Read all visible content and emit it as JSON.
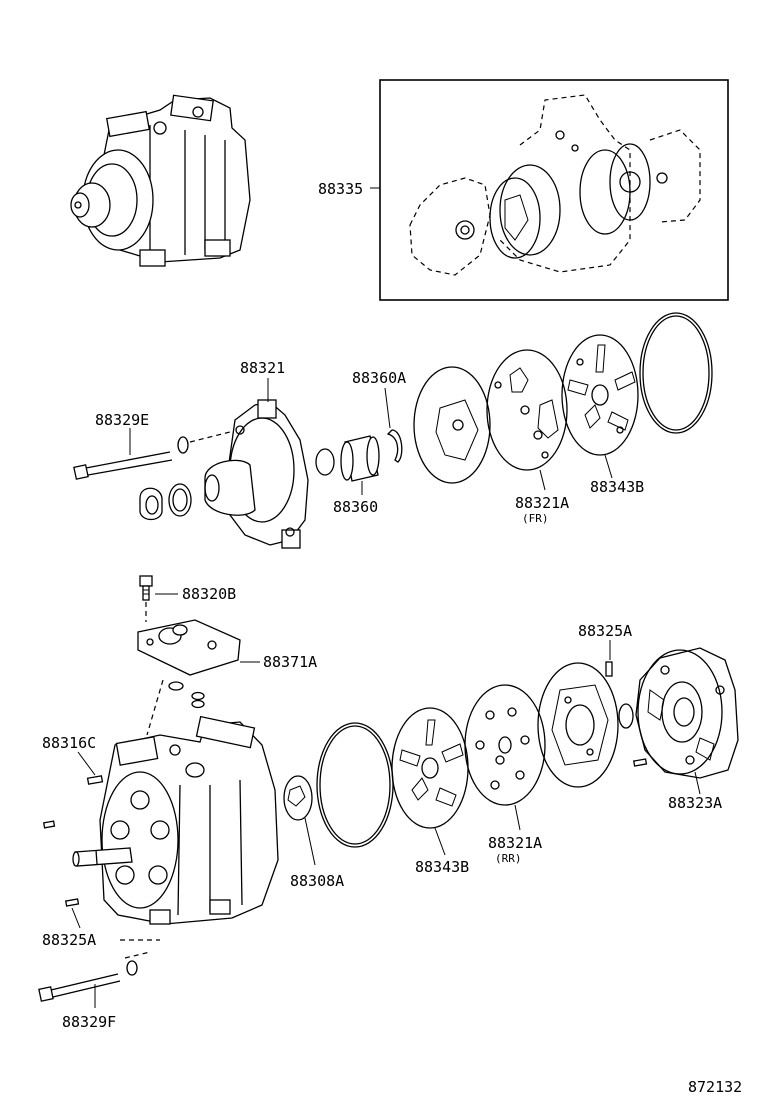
{
  "labels": {
    "p88335": "88335",
    "p88321": "88321",
    "p88360A": "88360A",
    "p88329E": "88329E",
    "p88360": "88360",
    "p88321A_fr": "88321A",
    "fr_note": "(FR)",
    "p88343B_top": "88343B",
    "p88320B": "88320B",
    "p88371A": "88371A",
    "p88325A_right": "88325A",
    "p88316C": "88316C",
    "p88323A": "88323A",
    "p88321A_rr": "88321A",
    "rr_note": "(RR)",
    "p88343B_bottom": "88343B",
    "p88308A": "88308A",
    "p88325A_left": "88325A",
    "p88329F": "88329F"
  },
  "drawing_code": "872132"
}
